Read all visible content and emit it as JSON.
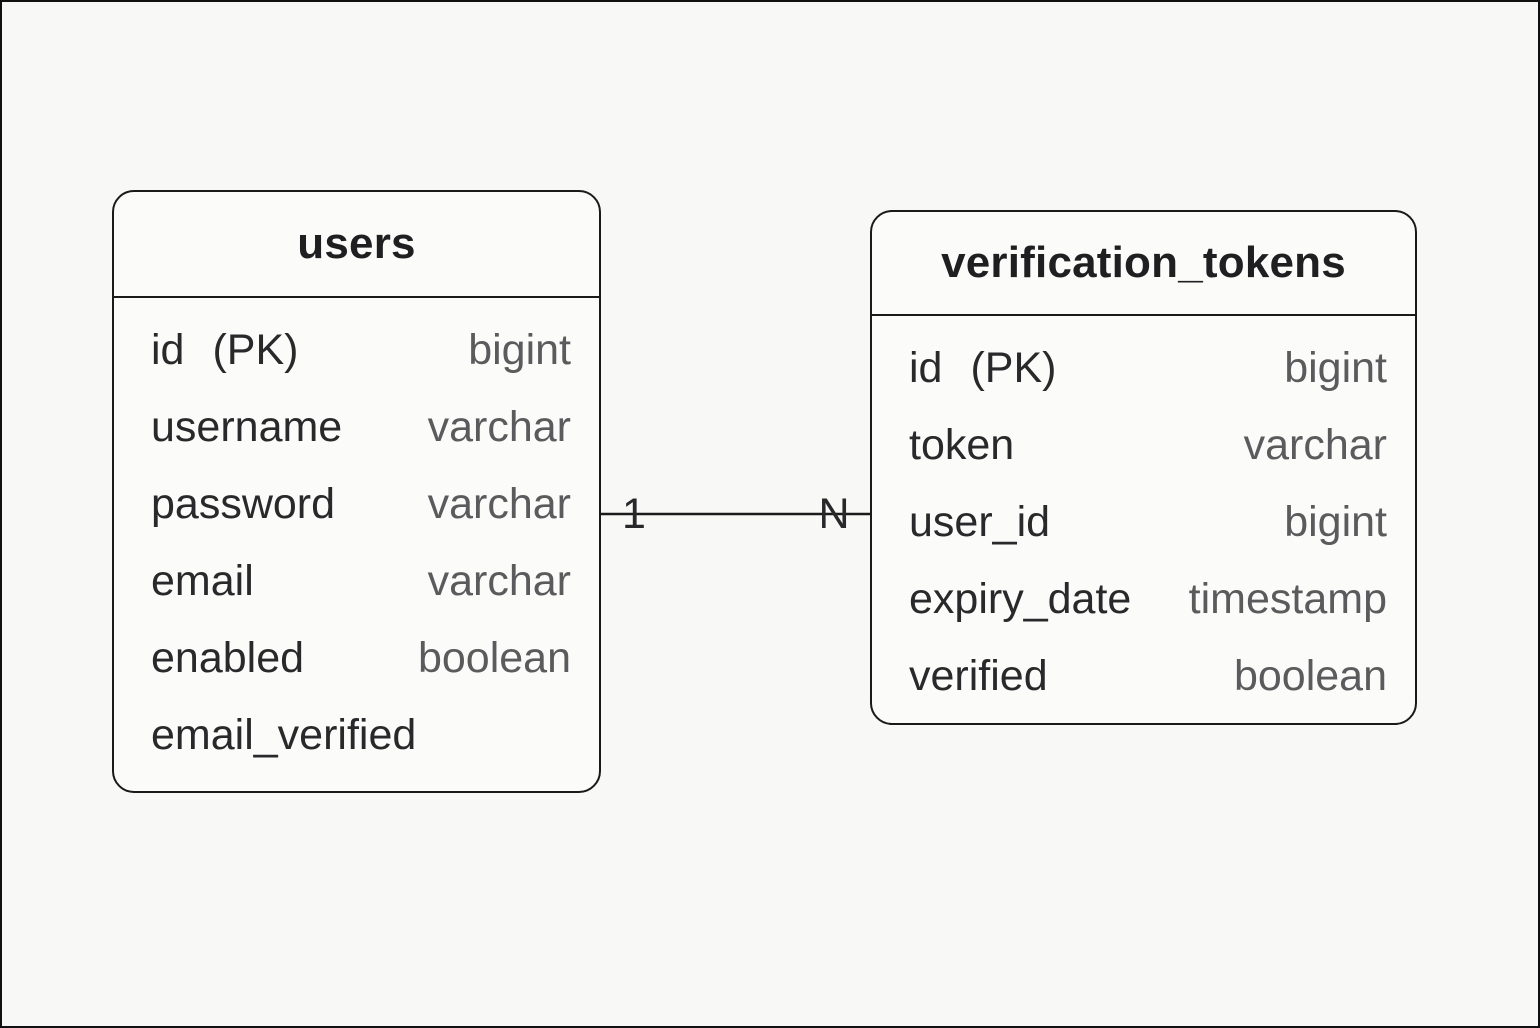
{
  "diagram": {
    "type": "entity-relationship",
    "colors": {
      "background": "#f8f8f7",
      "line": "#1a1a1a",
      "field_name": "#29292b",
      "field_type": "#5b5b5d"
    },
    "entities": [
      {
        "name": "users",
        "fields": [
          {
            "name": "id",
            "key": "(PK)",
            "type": "bigint"
          },
          {
            "name": "username",
            "type": "varchar"
          },
          {
            "name": "password",
            "type": "varchar"
          },
          {
            "name": "email",
            "type": "varchar"
          },
          {
            "name": "enabled",
            "type": "boolean"
          },
          {
            "name": "email_verified"
          }
        ]
      },
      {
        "name": "verification_tokens",
        "fields": [
          {
            "name": "id",
            "key": "(PK)",
            "type": "bigint"
          },
          {
            "name": "token",
            "type": "varchar"
          },
          {
            "name": "user_id",
            "type": "bigint"
          },
          {
            "name": "expiry_date",
            "type": "timestamp"
          },
          {
            "name": "verified",
            "type": "boolean"
          }
        ]
      }
    ],
    "relationship": {
      "from_entity": "users",
      "to_entity": "verification_tokens",
      "from_cardinality": "1",
      "to_cardinality": "N"
    }
  }
}
